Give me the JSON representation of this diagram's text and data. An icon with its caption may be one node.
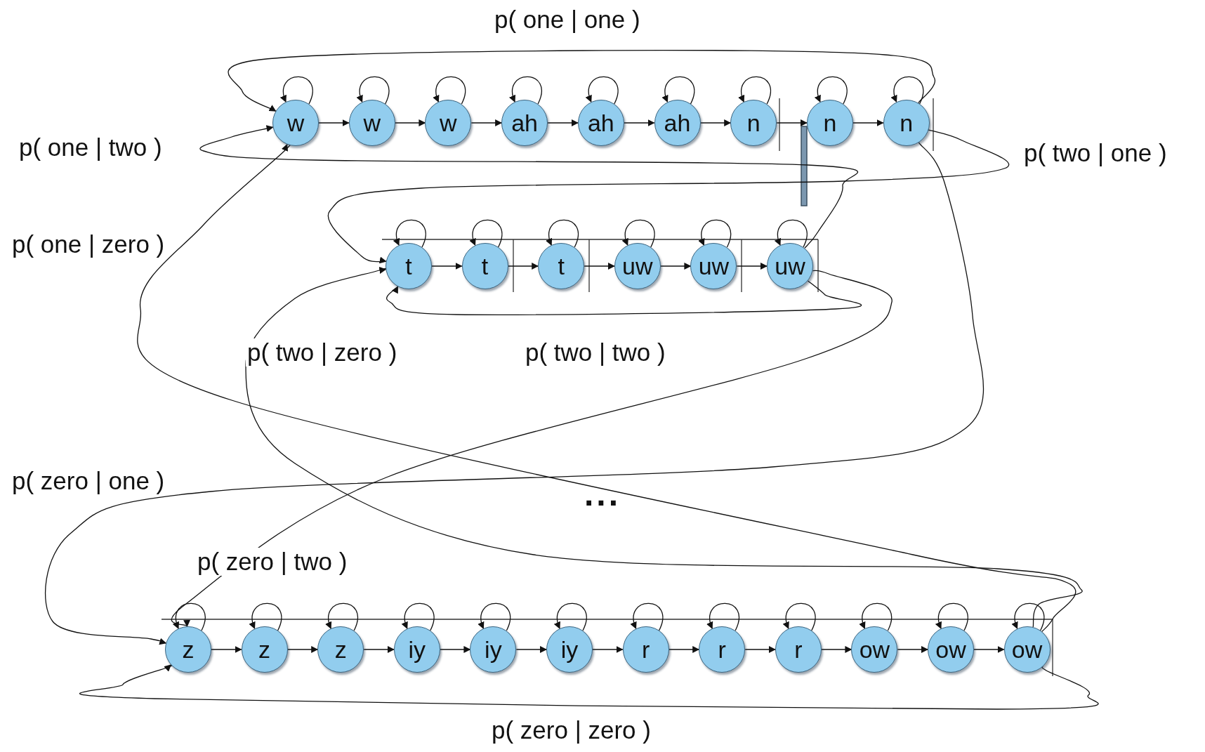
{
  "diagram": {
    "nodes": [
      {
        "text": [
          "w"
        ]
      },
      {
        "text": [
          "w"
        ]
      },
      {
        "text": [
          "w"
        ]
      },
      {
        "text": [
          "ah"
        ]
      },
      {
        "text": [
          "ah"
        ]
      },
      {
        "text": [
          "ah"
        ]
      },
      {
        "text": [
          "n"
        ]
      },
      {
        "text": [
          "n"
        ]
      },
      {
        "text": [
          "n"
        ]
      },
      {
        "text": [
          "t"
        ]
      },
      {
        "text": [
          "t"
        ]
      },
      {
        "text": [
          "t"
        ]
      },
      {
        "text": [
          "uw"
        ]
      },
      {
        "text": [
          "uw"
        ]
      },
      {
        "text": [
          "uw"
        ]
      },
      {
        "text": [
          "z"
        ]
      },
      {
        "text": [
          "z"
        ]
      },
      {
        "text": [
          "z"
        ]
      },
      {
        "text": [
          "iy"
        ]
      },
      {
        "text": [
          "iy"
        ]
      },
      {
        "text": [
          "iy"
        ]
      },
      {
        "text": [
          "r"
        ]
      },
      {
        "text": [
          "r"
        ]
      },
      {
        "text": [
          "r"
        ]
      },
      {
        "text": [
          "ow"
        ]
      },
      {
        "text": [
          "ow"
        ]
      },
      {
        "text": [
          "ow"
        ]
      }
    ],
    "edges": [
      {
        "from": 0,
        "to": 0,
        "arrow": "to"
      },
      {
        "from": 1,
        "to": 1,
        "arrow": "to"
      },
      {
        "from": 2,
        "to": 2,
        "arrow": "to"
      },
      {
        "from": 3,
        "to": 3,
        "arrow": "to"
      },
      {
        "from": 4,
        "to": 4,
        "arrow": "to"
      },
      {
        "from": 5,
        "to": 5,
        "arrow": "to"
      },
      {
        "from": 6,
        "to": 6,
        "arrow": "to"
      },
      {
        "from": 7,
        "to": 7,
        "arrow": "to"
      },
      {
        "from": 8,
        "to": 8,
        "arrow": "to"
      },
      {
        "from": 9,
        "to": 9,
        "arrow": "to"
      },
      {
        "from": 10,
        "to": 10,
        "arrow": "to"
      },
      {
        "from": 11,
        "to": 11,
        "arrow": "to"
      },
      {
        "from": 12,
        "to": 12,
        "arrow": "to"
      },
      {
        "from": 13,
        "to": 13,
        "arrow": "to"
      },
      {
        "from": 14,
        "to": 14,
        "arrow": "to"
      },
      {
        "from": 15,
        "to": 15,
        "arrow": "to"
      },
      {
        "from": 16,
        "to": 16,
        "arrow": "to"
      },
      {
        "from": 17,
        "to": 17,
        "arrow": "to"
      },
      {
        "from": 18,
        "to": 18,
        "arrow": "to"
      },
      {
        "from": 19,
        "to": 19,
        "arrow": "to"
      },
      {
        "from": 20,
        "to": 20,
        "arrow": "to"
      },
      {
        "from": 21,
        "to": 21,
        "arrow": "to"
      },
      {
        "from": 22,
        "to": 22,
        "arrow": "to"
      },
      {
        "from": 23,
        "to": 23,
        "arrow": "to"
      },
      {
        "from": 24,
        "to": 24,
        "arrow": "to"
      },
      {
        "from": 25,
        "to": 25,
        "arrow": "to"
      },
      {
        "from": 26,
        "to": 26,
        "arrow": "to"
      },
      {
        "from": 0,
        "to": 1,
        "arrow": "to"
      },
      {
        "from": 1,
        "to": 2,
        "arrow": "to"
      },
      {
        "from": 2,
        "to": 3,
        "arrow": "to"
      },
      {
        "from": 3,
        "to": 4,
        "arrow": "to"
      },
      {
        "from": 4,
        "to": 5,
        "arrow": "to"
      },
      {
        "from": 5,
        "to": 6,
        "arrow": "to"
      },
      {
        "from": 6,
        "to": 7,
        "arrow": "to"
      },
      {
        "from": 7,
        "to": 8,
        "arrow": "to"
      },
      {
        "from": 9,
        "to": 10,
        "arrow": "to"
      },
      {
        "from": 10,
        "to": 11,
        "arrow": "to"
      },
      {
        "from": 11,
        "to": 12,
        "arrow": "to"
      },
      {
        "from": 12,
        "to": 13,
        "arrow": "to"
      },
      {
        "from": 13,
        "to": 14,
        "arrow": "to"
      },
      {
        "from": 15,
        "to": 16,
        "arrow": "to"
      },
      {
        "from": 16,
        "to": 17,
        "arrow": "to"
      },
      {
        "from": 17,
        "to": 18,
        "arrow": "to"
      },
      {
        "from": 18,
        "to": 19,
        "arrow": "to"
      },
      {
        "from": 19,
        "to": 20,
        "arrow": "to"
      },
      {
        "from": 20,
        "to": 21,
        "arrow": "to"
      },
      {
        "from": 21,
        "to": 22,
        "arrow": "to"
      },
      {
        "from": 22,
        "to": 23,
        "arrow": "to"
      },
      {
        "from": 23,
        "to": 24,
        "arrow": "to"
      },
      {
        "from": 24,
        "to": 25,
        "arrow": "to"
      },
      {
        "from": 25,
        "to": 26,
        "arrow": "to"
      },
      {
        "from": 8,
        "to": 0,
        "arrow": "to",
        "label": "p( one | one )"
      },
      {
        "from": 8,
        "to": 9,
        "arrow": "to",
        "label": "p( two | one )"
      },
      {
        "from": 8,
        "to": 15,
        "arrow": "to",
        "label": "p( zero | one )"
      },
      {
        "from": 14,
        "to": 0,
        "arrow": "to",
        "label": "p( one | two )"
      },
      {
        "from": 14,
        "to": 9,
        "arrow": "to",
        "label": "p( two | two )"
      },
      {
        "from": 14,
        "to": 15,
        "arrow": "to",
        "label": "p( zero | two )"
      },
      {
        "from": 26,
        "to": 0,
        "arrow": "to",
        "label": "p( one | zero )"
      },
      {
        "from": 26,
        "to": 9,
        "arrow": "to",
        "label": "p( two | zero )"
      },
      {
        "from": 26,
        "to": 15,
        "arrow": "to",
        "label": "p( zero | zero )"
      }
    ],
    "labels": [
      "..."
    ]
  }
}
